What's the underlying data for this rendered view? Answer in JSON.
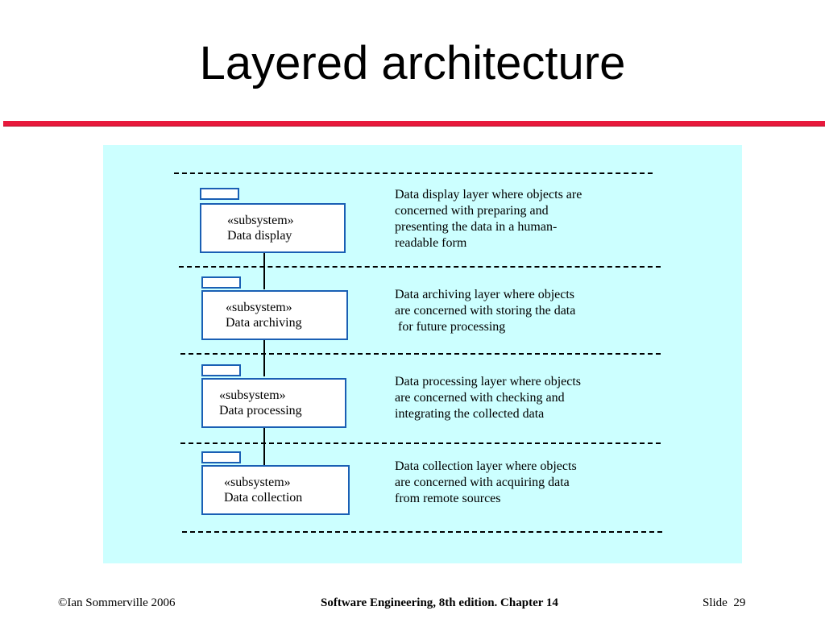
{
  "slide": {
    "title": "Layered architecture"
  },
  "layers": [
    {
      "stereotype": "«subsystem»",
      "name": "Data display",
      "description": [
        "Data display layer where objects are",
        "concerned with preparing and",
        "presenting the data in a human-",
        "readable form"
      ]
    },
    {
      "stereotype": "«subsystem»",
      "name": "Data archiving",
      "description": [
        "Data archiving layer where objects",
        "are concerned with storing the data",
        "for future processing"
      ]
    },
    {
      "stereotype": "«subsystem»",
      "name": "Data processing",
      "description": [
        "Data processing layer where objects",
        "are concerned with checking and",
        "integrating the collected data"
      ]
    },
    {
      "stereotype": "«subsystem»",
      "name": "Data collection",
      "description": [
        "Data collection layer where objects",
        "are concerned with acquiring data",
        "from remote sources"
      ]
    }
  ],
  "footer": {
    "copyright": "©Ian Sommerville 2006",
    "book": "Software Engineering, 8th edition. Chapter 14",
    "slide_label": "Slide",
    "slide_number": "29"
  }
}
